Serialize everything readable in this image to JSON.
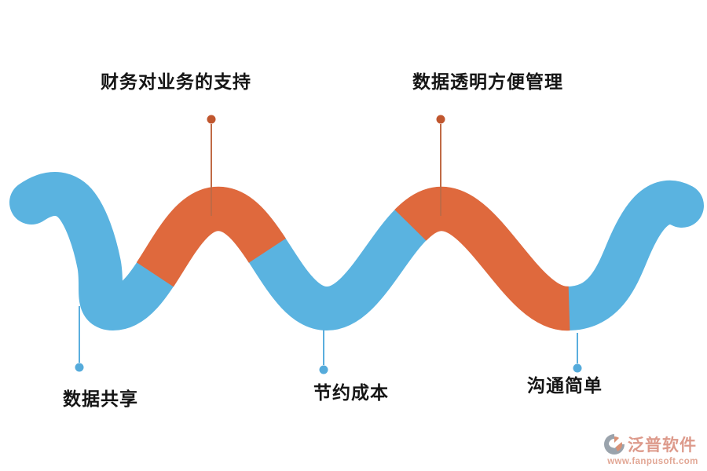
{
  "diagram": {
    "top_callouts": [
      {
        "text": "财务对业务的支持"
      },
      {
        "text": "数据透明方便管理"
      }
    ],
    "bottom_callouts": [
      {
        "text": "数据共享"
      },
      {
        "text": "节约成本"
      },
      {
        "text": "沟通简单"
      }
    ]
  },
  "colors": {
    "wave_blue": "#5ab3e0",
    "wave_orange": "#df693d",
    "callout_orange_dot": "#c0562e",
    "callout_orange_line": "#c06a45",
    "callout_blue_dot": "#55abdb",
    "callout_blue_line": "#5aaede",
    "label_text": "#151515",
    "logo_text": "#dd9a8b",
    "logo_url_text": "#e2a795",
    "logo_icon_gray": "#9aa3ac",
    "logo_icon_salmon": "#d99175"
  },
  "logo": {
    "name": "泛普软件",
    "url": "www.fanpusoft.com"
  }
}
